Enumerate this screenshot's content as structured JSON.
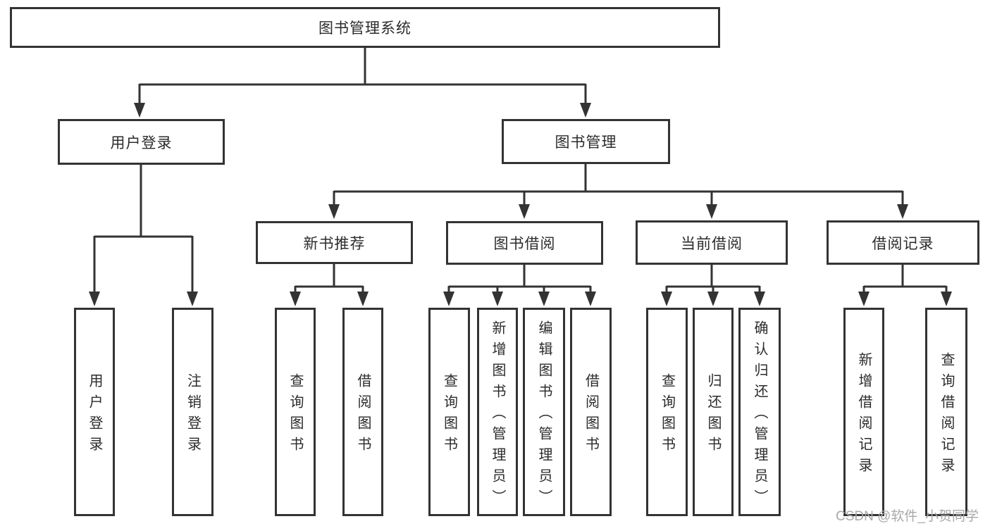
{
  "tree": {
    "root": "图书管理系统",
    "branches": [
      {
        "label": "用户登录",
        "children": [
          "用户登录",
          "注销登录"
        ]
      },
      {
        "label": "图书管理",
        "groups": [
          {
            "label": "新书推荐",
            "children": [
              "查询图书",
              "借阅图书"
            ]
          },
          {
            "label": "图书借阅",
            "children": [
              "查询图书",
              "新增图书（管理员）",
              "编辑图书（管理员）",
              "借阅图书"
            ]
          },
          {
            "label": "当前借阅",
            "children": [
              "查询图书",
              "归还图书",
              "确认归还（管理员）"
            ]
          },
          {
            "label": "借阅记录",
            "children": [
              "新增借阅记录",
              "查询借阅记录"
            ]
          }
        ]
      }
    ]
  },
  "watermark": "CSDN @软件_小贺同学",
  "colors": {
    "line": "#333333",
    "text": "#2b2b2b",
    "watermark": "#a9a9a9",
    "background": "#ffffff"
  }
}
